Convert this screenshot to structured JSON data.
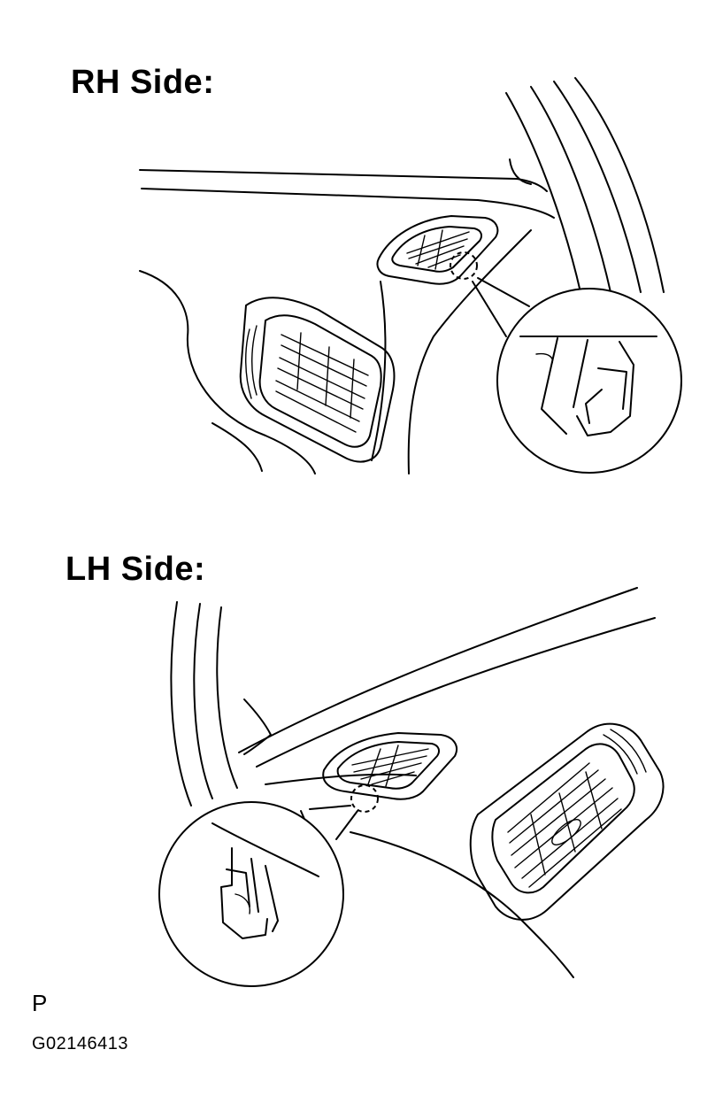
{
  "labels": {
    "rh_side": "RH Side:",
    "lh_side": "LH Side:"
  },
  "footer": {
    "code_letter": "P",
    "figure_id": "G02146413"
  }
}
